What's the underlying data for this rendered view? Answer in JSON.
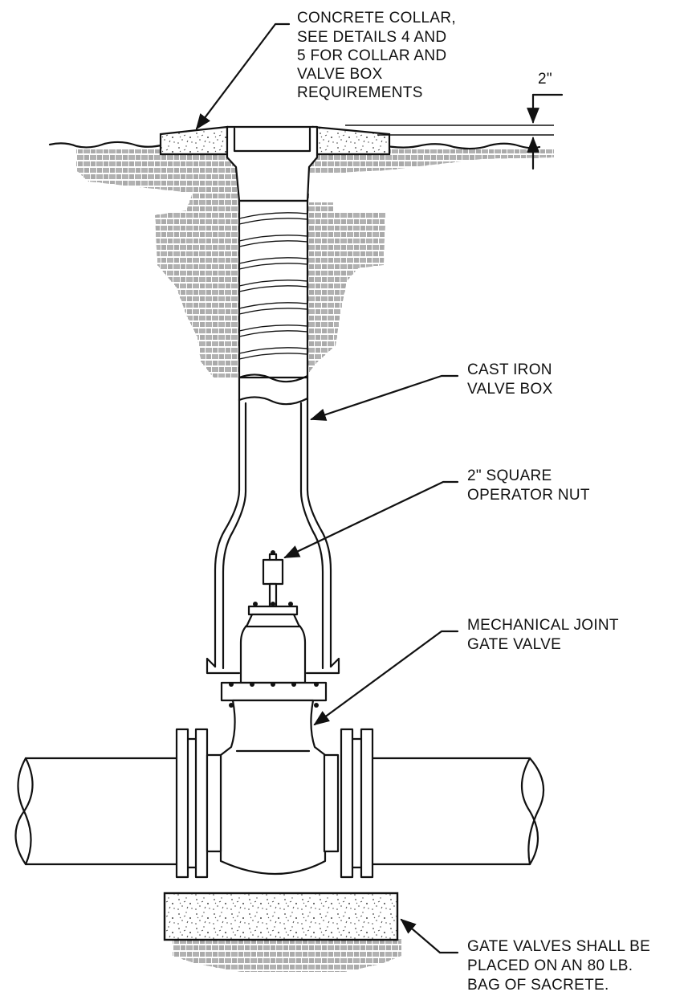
{
  "callouts": {
    "concrete_collar": [
      "CONCRETE COLLAR,",
      "SEE DETAILS 4 AND",
      "5 FOR COLLAR AND",
      "VALVE BOX",
      "REQUIREMENTS"
    ],
    "dimension": "2\"",
    "valve_box": [
      "CAST IRON",
      "VALVE BOX"
    ],
    "operator_nut": [
      "2\" SQUARE",
      "OPERATOR NUT"
    ],
    "gate_valve": [
      "MECHANICAL JOINT",
      "GATE VALVE"
    ],
    "sacrete": [
      "GATE VALVES SHALL BE",
      "PLACED ON AN 80 LB.",
      "BAG OF SACRETE."
    ]
  }
}
